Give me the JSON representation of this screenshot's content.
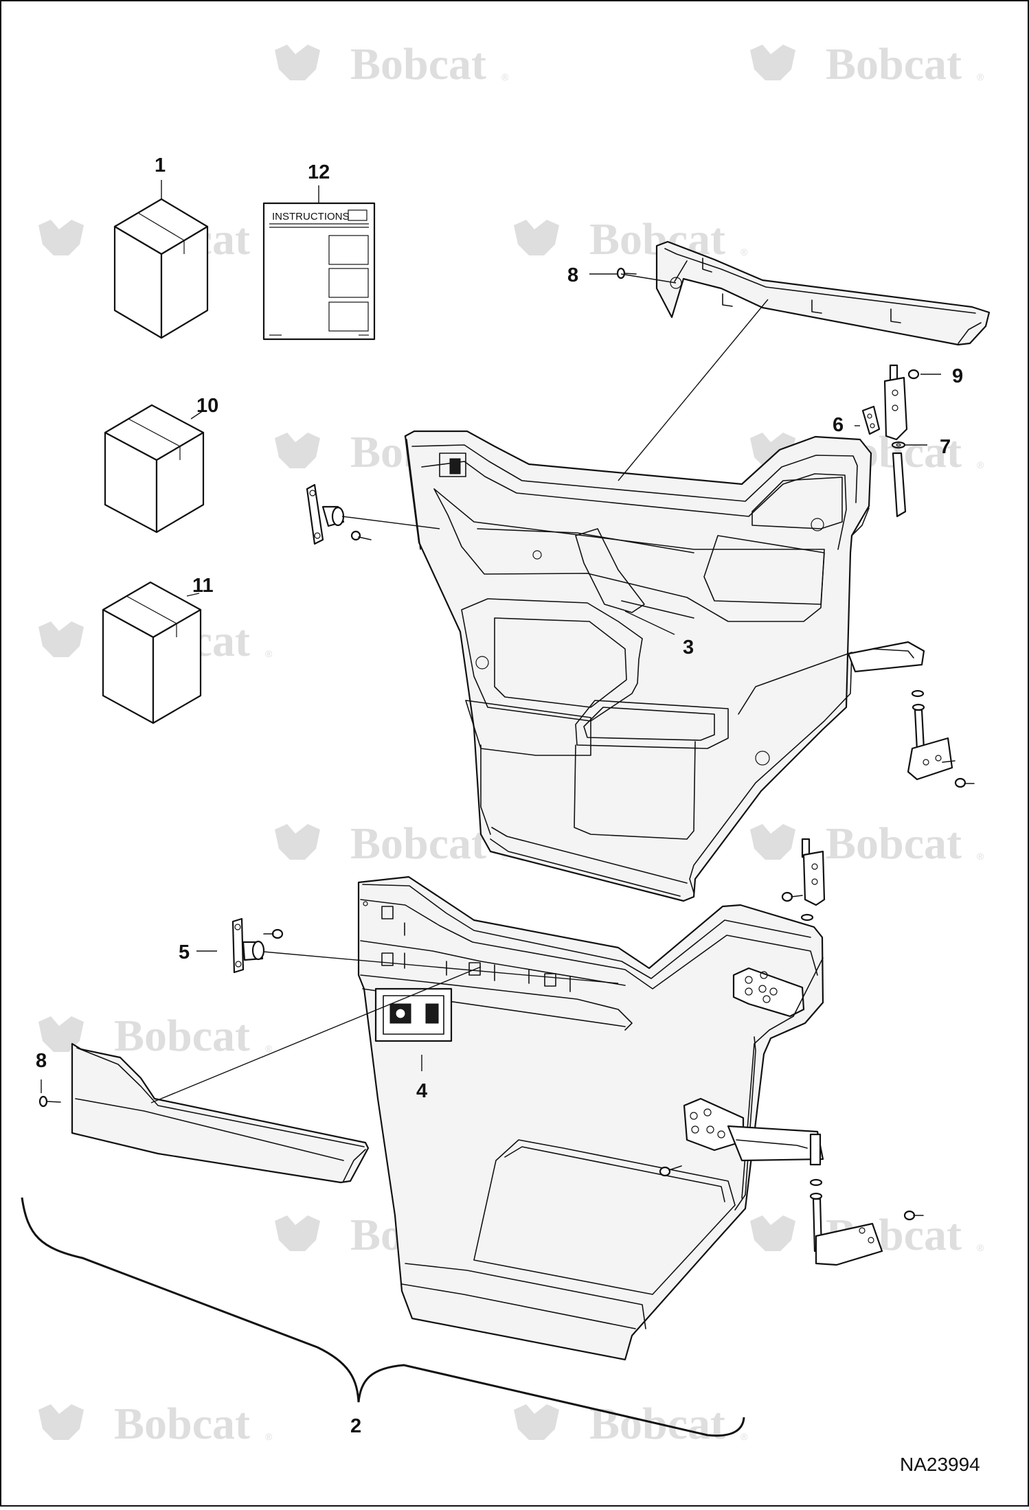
{
  "watermark": {
    "brand": "Bobcat",
    "registered_mark": "®"
  },
  "callouts": {
    "c1": "1",
    "c2": "2",
    "c3": "3",
    "c4": "4",
    "c5": "5",
    "c6": "6",
    "c7": "7",
    "c8a": "8",
    "c8b": "8",
    "c9": "9",
    "c10": "10",
    "c11": "11",
    "c12": "12"
  },
  "instructions_sheet": {
    "title": "INSTRUCTIONS"
  },
  "drawing_number": "NA23994"
}
